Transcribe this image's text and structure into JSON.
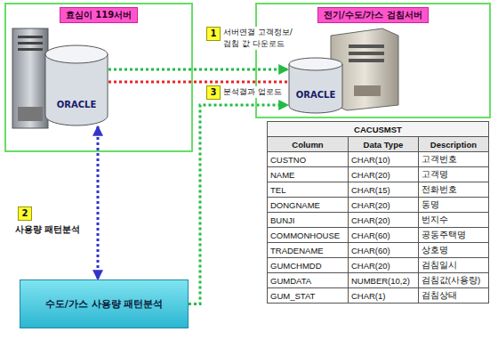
{
  "diagram": {
    "nodes": [
      {
        "text": [
          "효심이 119서버"
        ]
      },
      {
        "text": [
          "ORACLE"
        ],
        "in": 0
      },
      {
        "text": [
          "전기/수도/가스 검침서버"
        ]
      },
      {
        "text": [
          "ORACLE"
        ],
        "in": 2
      },
      {
        "text": [
          "수도/가스 사용량 패턴분석"
        ]
      },
      {
        "text": [
          "CACUSMST"
        ]
      }
    ],
    "edges": [
      {
        "from": 1,
        "to": 3,
        "arrow": "to"
      },
      {
        "from": 1,
        "to": 3,
        "arrow": "none"
      },
      {
        "from": 1,
        "to": 4,
        "arrow": "both"
      },
      {
        "from": 4,
        "to": 3,
        "arrow": "to"
      }
    ],
    "labels": [
      "1",
      "서버연결 고객정보/검침 값 다운로드",
      "3",
      "분석결과 업로드",
      "2",
      "사용량 패턴분석",
      "Column",
      "Data Type",
      "Description",
      "CUSTNO",
      "CHAR(10)",
      "고객번호",
      "NAME",
      "CHAR(20)",
      "고객명",
      "TEL",
      "CHAR(15)",
      "전화번호",
      "DONGNAME",
      "CHAR(20)",
      "동명",
      "BUNJI",
      "CHAR(20)",
      "번지수",
      "COMMONHOUSE",
      "CHAR(60)",
      "공동주택명",
      "TRADENAME",
      "CHAR(60)",
      "상호명",
      "GUMCHMDD",
      "CHAR(20)",
      "검침일시",
      "GUMDATA",
      "NUMBER(10,2)",
      "검침값(사용량)",
      "GUM_STAT",
      "CHAR(1)",
      "검침상태"
    ]
  }
}
